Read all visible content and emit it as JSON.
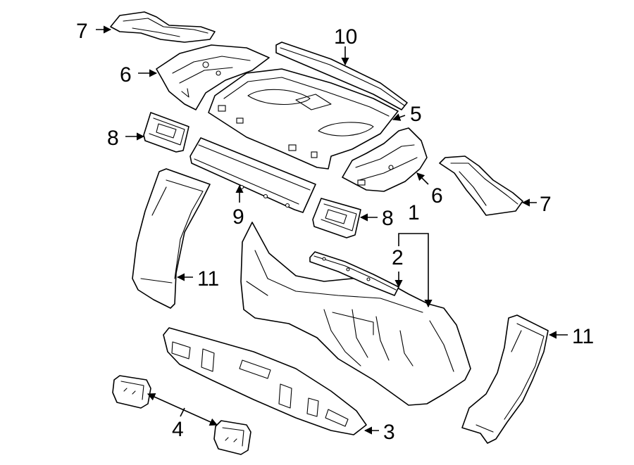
{
  "callouts": {
    "c1": "1",
    "c2": "2",
    "c3": "3",
    "c4": "4",
    "c5": "5",
    "c6a": "6",
    "c6b": "6",
    "c7a": "7",
    "c7b": "7",
    "c8a": "8",
    "c8b": "8",
    "c9": "9",
    "c10": "10",
    "c11a": "11",
    "c11b": "11"
  }
}
